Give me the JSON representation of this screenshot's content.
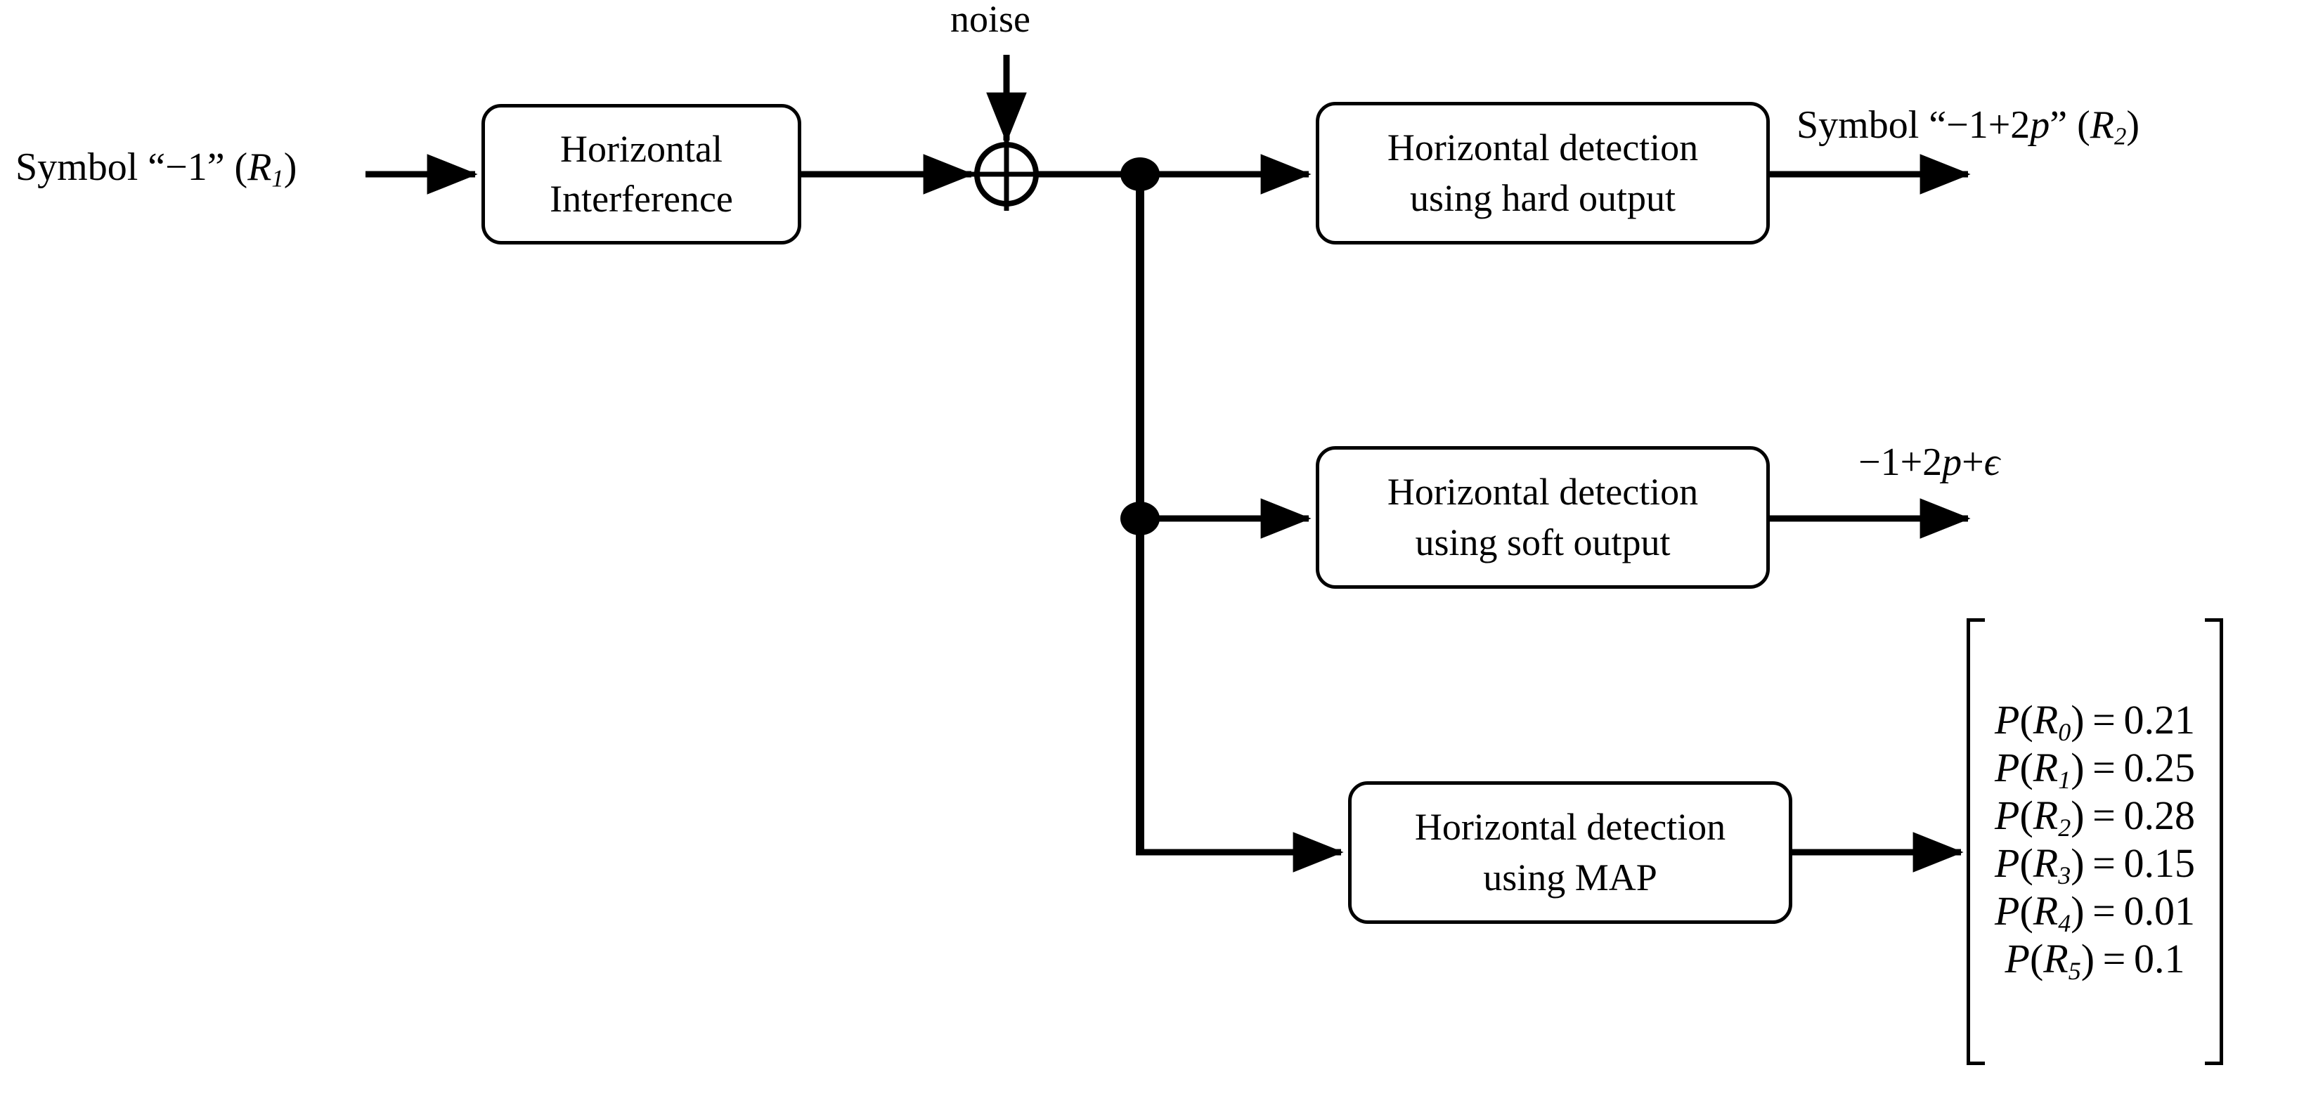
{
  "diagram": {
    "title": "Horizontal detection block diagram",
    "stroke_color": "#000000",
    "background_color": "#ffffff",
    "labels": {
      "noise": "noise",
      "input_symbol_prefix": "Symbol “−1” (",
      "input_symbol_var": "R",
      "input_symbol_sub": "1",
      "input_symbol_suffix": ")",
      "input_symbol_full": "Symbol “−1” (R1)",
      "hard_out_full": "Symbol “−1+2p” (R2)",
      "hard_out_prefix": "Symbol “−1+2",
      "hard_out_italic": "p",
      "hard_out_mid": "” (",
      "hard_out_var": "R",
      "hard_out_sub": "2",
      "hard_out_suffix": ")",
      "soft_out_full": "−1+2p+ϵ",
      "soft_out_prefix": "−1+2",
      "soft_out_italic": "p",
      "soft_out_suffix": "+",
      "soft_out_eps": "ϵ"
    },
    "blocks": [
      {
        "id": "interference",
        "line1": "Horizontal",
        "line2": "Interference"
      },
      {
        "id": "hard",
        "line1": "Horizontal detection",
        "line2": "using hard output"
      },
      {
        "id": "soft",
        "line1": "Horizontal detection",
        "line2": "using soft output"
      },
      {
        "id": "map",
        "line1": "Horizontal detection",
        "line2": "using MAP"
      }
    ],
    "adder": {
      "symbol": "⊕",
      "name": "summing-junction"
    },
    "matrix": {
      "bracket": "square",
      "rows": [
        {
          "fn": "P",
          "open": "(",
          "var": "R",
          "sub": "0",
          "close": ")",
          "eq": "=",
          "value": "0.21"
        },
        {
          "fn": "P",
          "open": "(",
          "var": "R",
          "sub": "1",
          "close": ")",
          "eq": "=",
          "value": "0.25"
        },
        {
          "fn": "P",
          "open": "(",
          "var": "R",
          "sub": "2",
          "close": ")",
          "eq": "=",
          "value": "0.28"
        },
        {
          "fn": "P",
          "open": "(",
          "var": "R",
          "sub": "3",
          "close": ")",
          "eq": "=",
          "value": "0.15"
        },
        {
          "fn": "P",
          "open": "(",
          "var": "R",
          "sub": "4",
          "close": ")",
          "eq": "=",
          "value": "0.01"
        },
        {
          "fn": "P",
          "open": "(",
          "var": "R",
          "sub": "5",
          "close": ")",
          "eq": "=",
          "value": "0.1"
        }
      ]
    }
  }
}
